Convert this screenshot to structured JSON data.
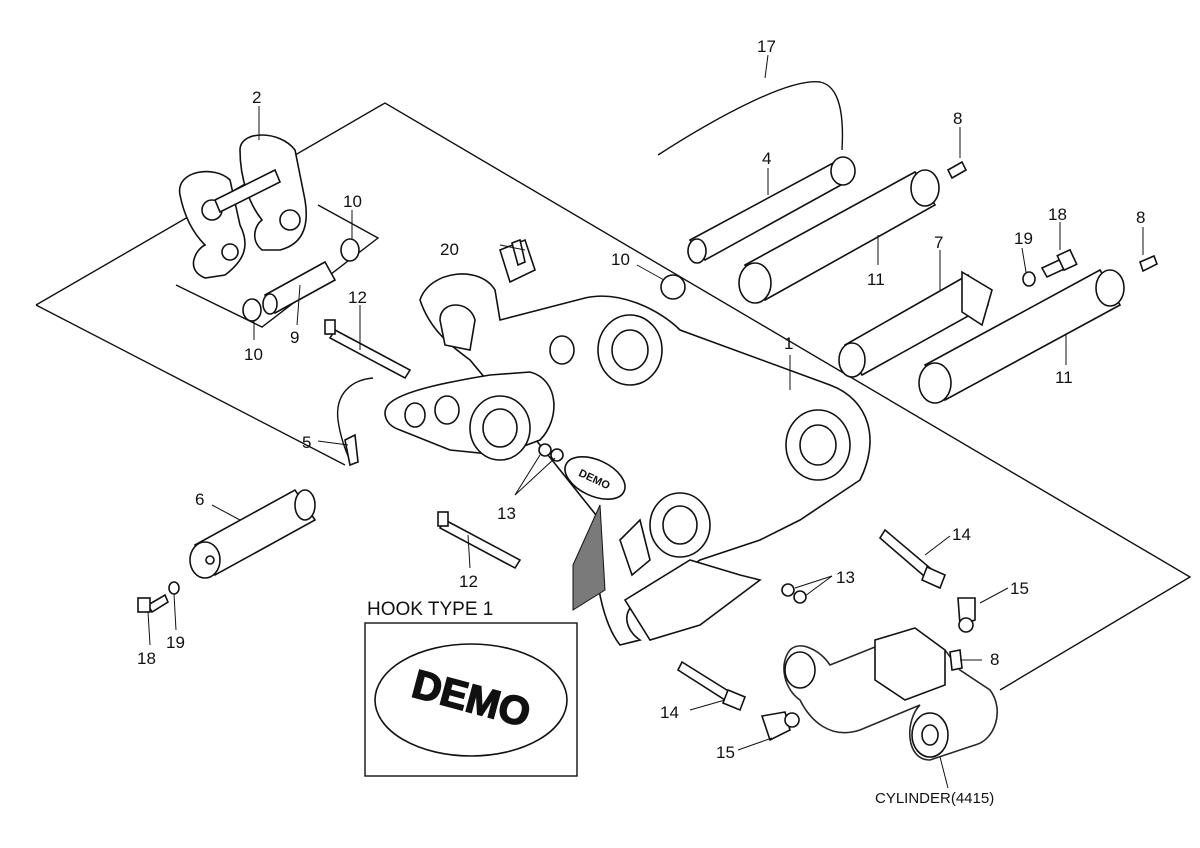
{
  "callouts": [
    {
      "id": "c1",
      "label": "1"
    },
    {
      "id": "c2",
      "label": "2"
    },
    {
      "id": "c4",
      "label": "4"
    },
    {
      "id": "c5",
      "label": "5"
    },
    {
      "id": "c6",
      "label": "6"
    },
    {
      "id": "c7",
      "label": "7"
    },
    {
      "id": "c8a",
      "label": "8"
    },
    {
      "id": "c8b",
      "label": "8"
    },
    {
      "id": "c8c",
      "label": "8"
    },
    {
      "id": "c9",
      "label": "9"
    },
    {
      "id": "c10a",
      "label": "10"
    },
    {
      "id": "c10b",
      "label": "10"
    },
    {
      "id": "c10c",
      "label": "10"
    },
    {
      "id": "c11a",
      "label": "11"
    },
    {
      "id": "c11b",
      "label": "11"
    },
    {
      "id": "c12a",
      "label": "12"
    },
    {
      "id": "c12b",
      "label": "12"
    },
    {
      "id": "c13a",
      "label": "13"
    },
    {
      "id": "c13b",
      "label": "13"
    },
    {
      "id": "c14a",
      "label": "14"
    },
    {
      "id": "c14b",
      "label": "14"
    },
    {
      "id": "c15a",
      "label": "15"
    },
    {
      "id": "c15b",
      "label": "15"
    },
    {
      "id": "c17",
      "label": "17"
    },
    {
      "id": "c18a",
      "label": "18"
    },
    {
      "id": "c18b",
      "label": "18"
    },
    {
      "id": "c19a",
      "label": "19"
    },
    {
      "id": "c19b",
      "label": "19"
    },
    {
      "id": "c20",
      "label": "20"
    }
  ],
  "inset_title": "HOOK TYPE 1",
  "cylinder_label": "CYLINDER(4415)",
  "logo_text": "DEMO"
}
